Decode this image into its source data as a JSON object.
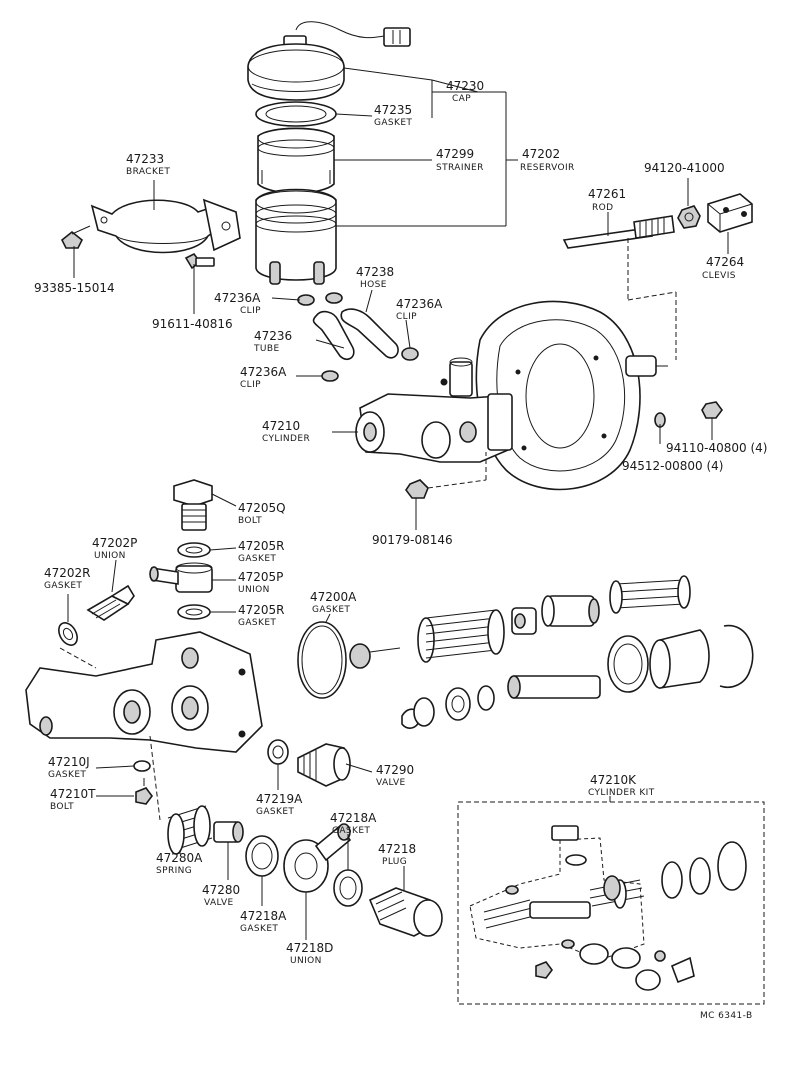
{
  "labels": {
    "p47230": {
      "num": "47230",
      "name": "CAP"
    },
    "p47235": {
      "num": "47235",
      "name": "GASKET"
    },
    "p47299": {
      "num": "47299",
      "name": "STRAINER"
    },
    "p47202": {
      "num": "47202",
      "name": "RESERVOIR"
    },
    "p47233": {
      "num": "47233",
      "name": "BRACKET"
    },
    "p94120": {
      "num": "94120-41000"
    },
    "p47261": {
      "num": "47261",
      "name": "ROD"
    },
    "p47264": {
      "num": "47264",
      "name": "CLEVIS"
    },
    "p93385": {
      "num": "93385-15014"
    },
    "p91611": {
      "num": "91611-40816"
    },
    "p47238": {
      "num": "47238",
      "name": "HOSE"
    },
    "p47236A_1": {
      "num": "47236A",
      "name": "CLIP"
    },
    "p47236A_2": {
      "num": "47236A",
      "name": "CLIP"
    },
    "p47236": {
      "num": "47236",
      "name": "TUBE"
    },
    "p47236A_3": {
      "num": "47236A",
      "name": "CLIP"
    },
    "p47210": {
      "num": "47210",
      "name": "CYLINDER"
    },
    "p94110": {
      "num": "94110-40800 (4)"
    },
    "p94512": {
      "num": "94512-00800 (4)"
    },
    "p90179": {
      "num": "90179-08146"
    },
    "p47205Q": {
      "num": "47205Q",
      "name": "BOLT"
    },
    "p47202P": {
      "num": "47202P",
      "name": "UNION"
    },
    "p47205R_1": {
      "num": "47205R",
      "name": "GASKET"
    },
    "p47202R": {
      "num": "47202R",
      "name": "GASKET"
    },
    "p47205P": {
      "num": "47205P",
      "name": "UNION"
    },
    "p47205R_2": {
      "num": "47205R",
      "name": "GASKET"
    },
    "p47200A": {
      "num": "47200A",
      "name": "GASKET"
    },
    "p47210J": {
      "num": "47210J",
      "name": "GASKET"
    },
    "p47290": {
      "num": "47290",
      "name": "VALVE"
    },
    "p47219A": {
      "num": "47219A",
      "name": "GASKET"
    },
    "p47210T": {
      "num": "47210T",
      "name": "BOLT"
    },
    "p47218A_1": {
      "num": "47218A",
      "name": "GASKET"
    },
    "p47218": {
      "num": "47218",
      "name": "PLUG"
    },
    "p47280A": {
      "num": "47280A",
      "name": "SPRING"
    },
    "p47280": {
      "num": "47280",
      "name": "VALVE"
    },
    "p47218A_2": {
      "num": "47218A",
      "name": "GASKET"
    },
    "p47218D": {
      "num": "47218D",
      "name": "UNION"
    },
    "p47210K": {
      "num": "47210K",
      "name": "CYLINDER KIT"
    }
  },
  "footer_code": "MC 6341-B"
}
